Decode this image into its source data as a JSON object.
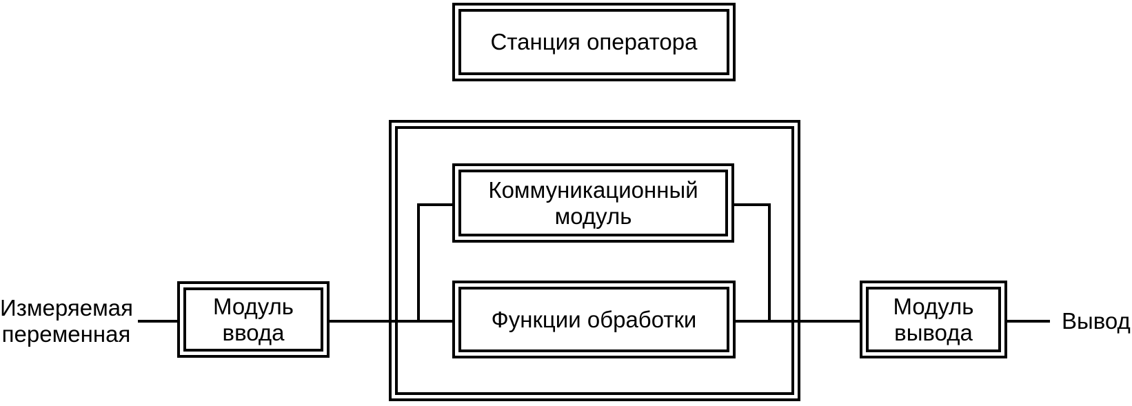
{
  "diagram": {
    "title_box": "Станция оператора",
    "communication_module": "Коммуникационный\nмодуль",
    "processing_functions": "Функции обработки",
    "input_module": "Модуль\nввода",
    "output_module": "Модуль\nвывода",
    "measured_variable_label": "Измеряемая\nпеременная",
    "output_label": "Вывод"
  },
  "colors": {
    "line": "#000000",
    "background": "#ffffff"
  }
}
